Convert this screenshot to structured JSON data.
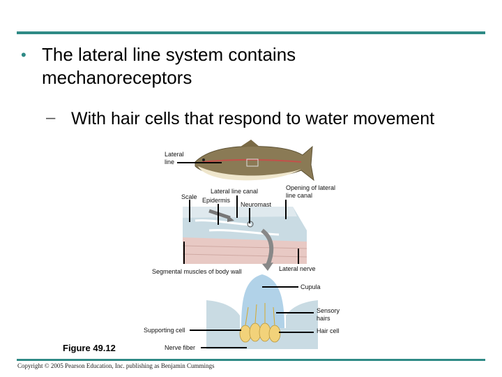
{
  "slide": {
    "bullet": "The lateral line system contains mechanoreceptors",
    "sub_bullet": "With hair cells that respond to water movement",
    "bullet_marker": "•",
    "sub_marker": "–"
  },
  "figure": {
    "number": "Figure 49.12",
    "labels": {
      "lateral_line_1": "Lateral",
      "lateral_line_2": "line",
      "lateral_line_canal": "Lateral line canal",
      "scale": "Scale",
      "epidermis": "Epidermis",
      "neuromast": "Neuromast",
      "opening_1": "Opening of lateral",
      "opening_2": "line canal",
      "segmental_muscles": "Segmental muscles of body wall",
      "lateral_nerve": "Lateral nerve",
      "cupula": "Cupula",
      "sensory_hairs_1": "Sensory",
      "sensory_hairs_2": "hairs",
      "supporting_cell": "Supporting cell",
      "hair_cell": "Hair cell",
      "nerve_fiber": "Nerve fiber"
    }
  },
  "footer": {
    "copyright": "Copyright © 2005 Pearson Education, Inc. publishing as Benjamin Cummings"
  },
  "colors": {
    "accent": "#2f8a86",
    "fish_back": "#8a7a55",
    "fish_belly": "#efe6cc",
    "lateral_line": "#c4504a",
    "muscle": "#e8c9c4",
    "tissue": "#c9dbe3",
    "cupula": "#a9cde6",
    "hair_cell": "#f2d27a"
  }
}
